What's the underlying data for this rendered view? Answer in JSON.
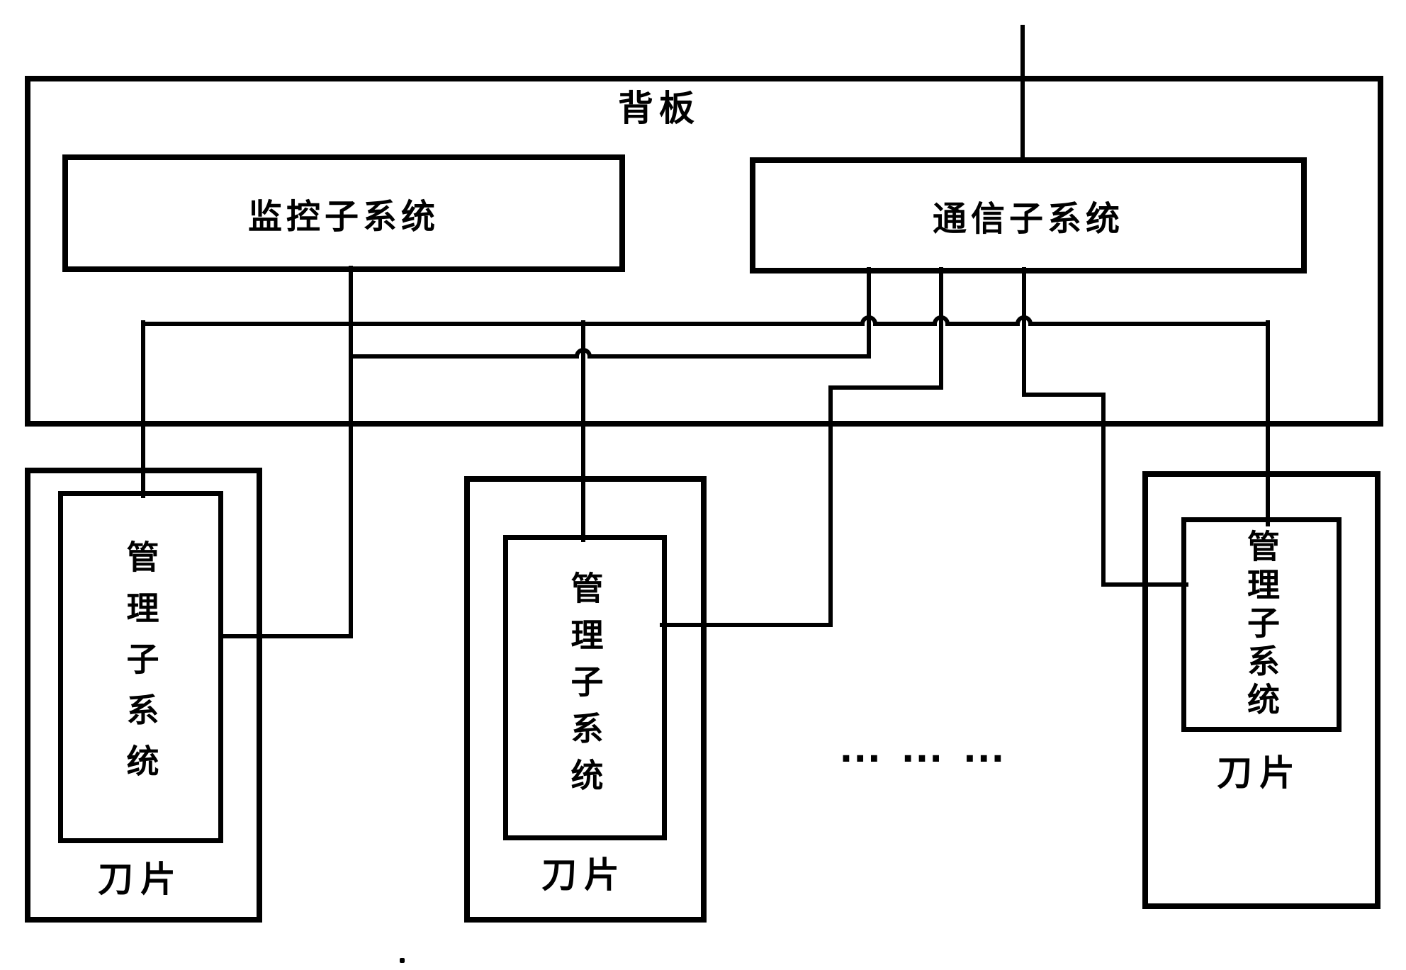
{
  "diagram": {
    "backplane": {
      "label": "背板"
    },
    "monitoring_subsystem": {
      "label": "监控子系统"
    },
    "communication_subsystem": {
      "label": "通信子系统"
    },
    "blades": [
      {
        "management_label": "管理子系统",
        "blade_label": "刀片"
      },
      {
        "management_label": "管理子系统",
        "blade_label": "刀片"
      },
      {
        "management_label": "管理子系统",
        "blade_label": "刀片"
      }
    ],
    "ellipsis": "… … …",
    "colors": {
      "line": "#000000",
      "background": "#ffffff"
    }
  }
}
